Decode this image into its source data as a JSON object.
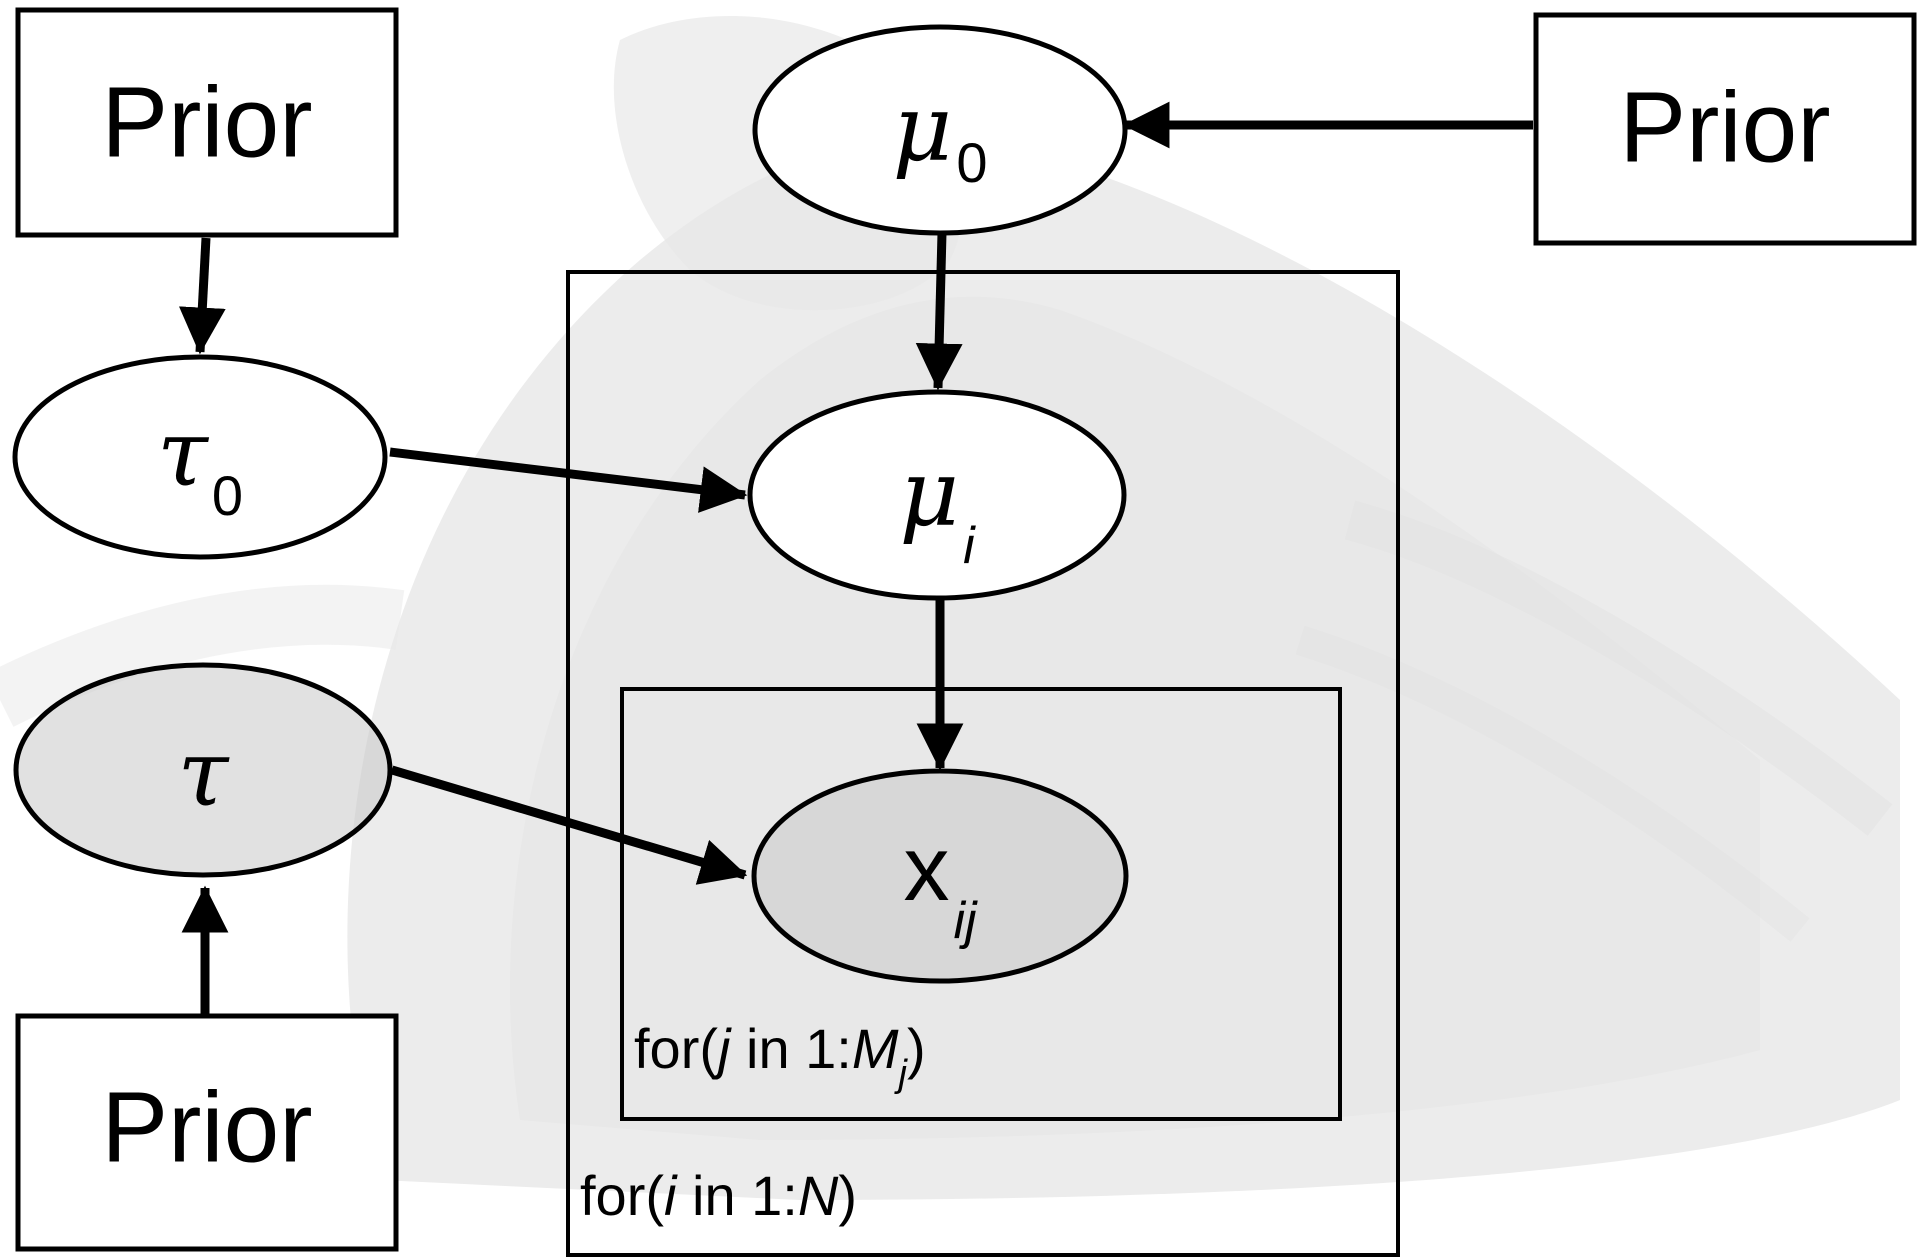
{
  "colors": {
    "stroke": "#000000",
    "background": "#ffffff",
    "shaded_node": "#c9c9c9",
    "watermark": "#d0d0d0"
  },
  "priors": {
    "top_left": "Prior",
    "top_right": "Prior",
    "bottom_left": "Prior"
  },
  "nodes": {
    "mu0": {
      "symbol": "μ",
      "subscript": "0"
    },
    "tau0": {
      "symbol": "τ",
      "subscript": "0"
    },
    "mui": {
      "symbol": "μ",
      "subscript": "i"
    },
    "tau": {
      "symbol": "τ"
    },
    "xij": {
      "symbol": "x",
      "subscript": "ij"
    }
  },
  "plates": {
    "outer": {
      "prefix": "for(",
      "index": "i",
      "middle": " in 1:",
      "upper": "N",
      "suffix": ")"
    },
    "inner": {
      "prefix": "for(",
      "index": "j",
      "middle": " in 1:",
      "upper": "M",
      "upper_sub": "j",
      "suffix": ")"
    }
  },
  "edges": [
    {
      "from": "prior-top-left",
      "to": "tau0"
    },
    {
      "from": "prior-top-right",
      "to": "mu0"
    },
    {
      "from": "mu0",
      "to": "mui"
    },
    {
      "from": "tau0",
      "to": "mui"
    },
    {
      "from": "mui",
      "to": "xij"
    },
    {
      "from": "tau",
      "to": "xij"
    },
    {
      "from": "prior-bottom-left",
      "to": "tau"
    }
  ]
}
